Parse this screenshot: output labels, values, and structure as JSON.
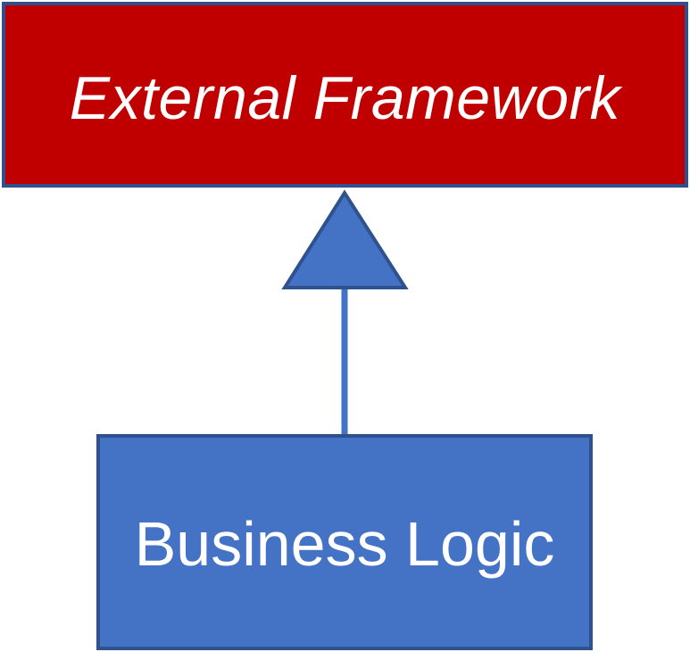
{
  "nodes": {
    "external": {
      "label": "External Framework",
      "fill": "#C00000",
      "border": "#2F528F",
      "text_color": "#FFFFFF",
      "font_style": "italic"
    },
    "business": {
      "label": "Business Logic",
      "fill": "#4472C4",
      "border": "#2F528F",
      "text_color": "#FFFFFF"
    }
  },
  "edges": [
    {
      "from": "business",
      "to": "external",
      "arrowhead": "hollow-triangle",
      "arrowhead_fill": "#4472C4",
      "line_color": "#4472C4"
    }
  ]
}
